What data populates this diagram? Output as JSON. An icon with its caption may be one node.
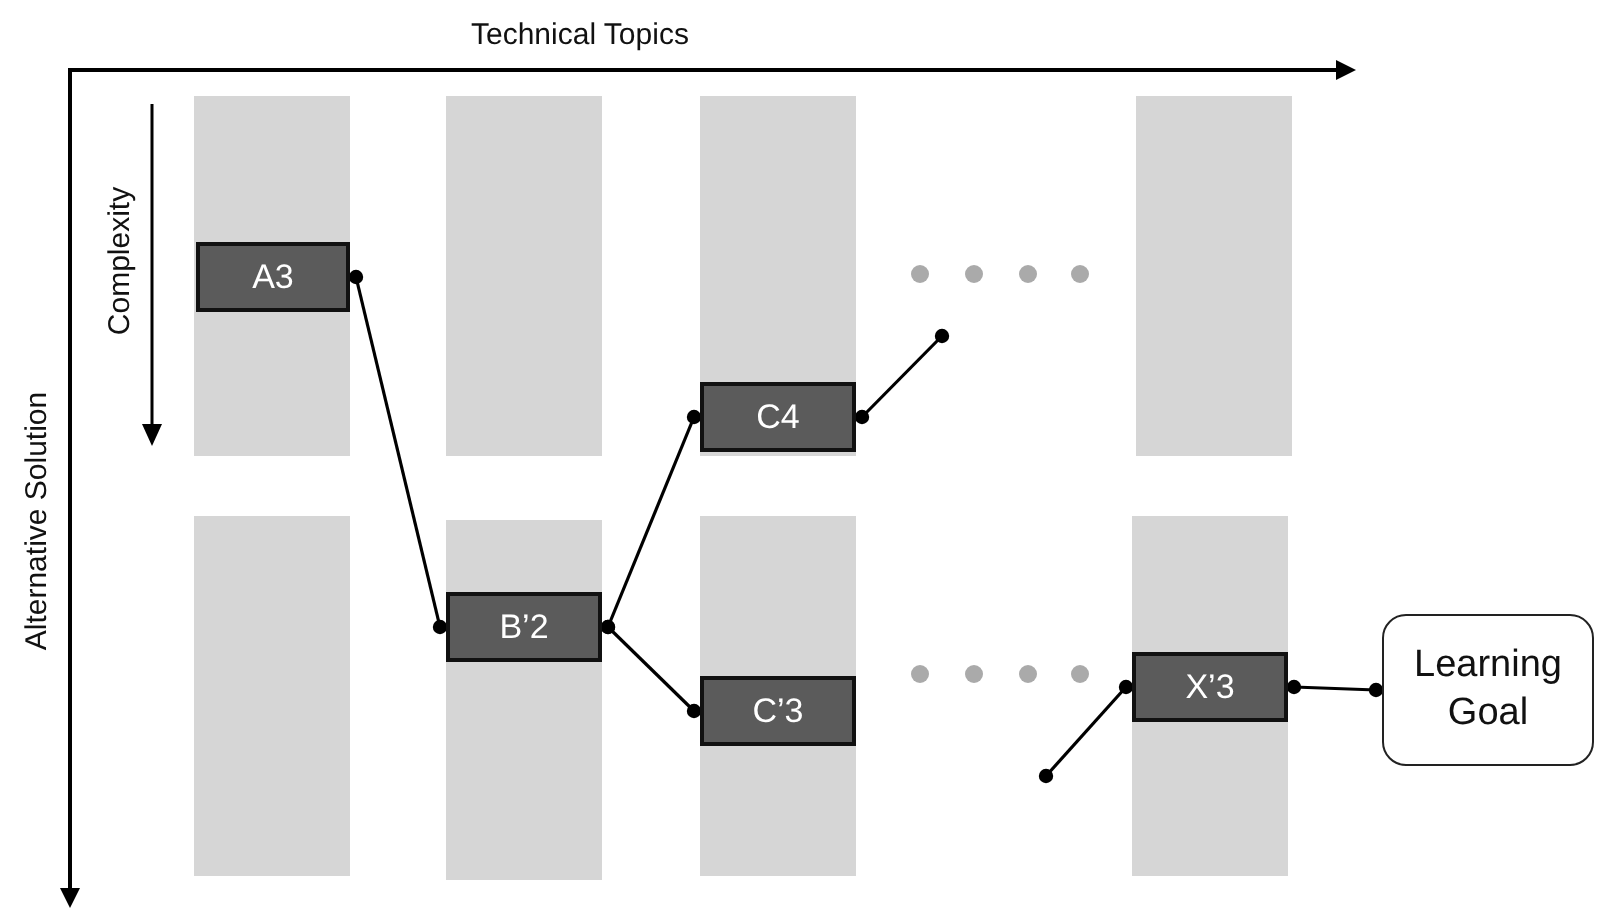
{
  "diagram": {
    "nodes": [
      {
        "text": [
          "A3"
        ]
      },
      {
        "text": [
          "B’2"
        ]
      },
      {
        "text": [
          "C4"
        ]
      },
      {
        "text": [
          "C’3"
        ]
      },
      {
        "text": [
          "X’3"
        ]
      },
      {
        "text": [
          "Learning Goal"
        ]
      }
    ],
    "edges": [
      {
        "from": 0,
        "to": 1,
        "arrow": "other"
      },
      {
        "from": 1,
        "to": 2,
        "arrow": "other"
      },
      {
        "from": 1,
        "to": 3,
        "arrow": "other"
      },
      {
        "from": 2,
        "to": null,
        "arrow": "other"
      },
      {
        "from": null,
        "to": 4,
        "arrow": "other"
      },
      {
        "from": 4,
        "to": 5,
        "arrow": "other"
      }
    ],
    "labels": [
      "Technical Topics",
      "Alternative Solution",
      "Complexity"
    ]
  }
}
